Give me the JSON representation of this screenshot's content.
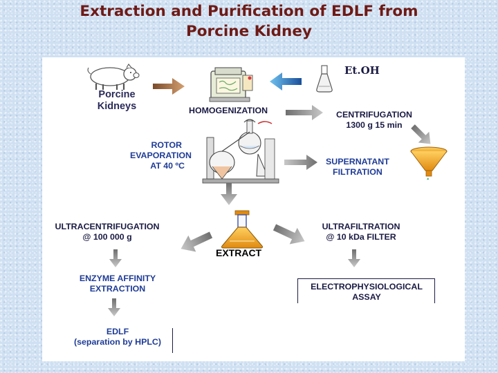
{
  "title": {
    "line1": "Extraction and Purification of EDLF from",
    "line2": "Porcine Kidney"
  },
  "colors": {
    "title": "#6e1a16",
    "background": "#cfe0f2",
    "label_dark": "#1a1a44",
    "label_blue": "#1f3c96",
    "arrow_gray": "#9a9a9a",
    "arrow_brown": "#b07a4a",
    "arrow_blue": "#3a86c8",
    "flask_orange": "#f0a020",
    "funnel_orange": "#f0a020"
  },
  "steps": {
    "kidneys": {
      "line1": "Porcine",
      "line2": "Kidneys",
      "icon": "pig-icon"
    },
    "etoh": {
      "label": "Et.OH",
      "icon": "flask-icon"
    },
    "homogenization": {
      "label": "HOMOGENIZATION",
      "icon": "homogenizer-icon"
    },
    "centrifugation": {
      "line1": "CENTRIFUGATION",
      "line2": "1300 g  15 min"
    },
    "supernatant": {
      "line1": "SUPERNATANT",
      "line2": "FILTRATION",
      "icon": "funnel-icon"
    },
    "rotor": {
      "line1": "ROTOR",
      "line2": "EVAPORATION",
      "line3": "AT 40 ºC",
      "icon": "evaporator-icon"
    },
    "extract": {
      "label": "EXTRACT",
      "icon": "erlenmeyer-flask-icon"
    },
    "ultracentrifugation": {
      "line1": "ULTRACENTRIFUGATION",
      "line2": "@ 100 000 g"
    },
    "ultrafiltration": {
      "line1": "ULTRAFILTRATION",
      "line2": "@ 10 kDa FILTER"
    },
    "enzyme": {
      "line1": "ENZYME AFFINITY",
      "line2": "EXTRACTION"
    },
    "electro": {
      "line1": "ELECTROPHYSIOLOGICAL",
      "line2": "ASSAY"
    },
    "edlf": {
      "line1": "EDLF",
      "line2": "(separation by HPLC)"
    }
  }
}
